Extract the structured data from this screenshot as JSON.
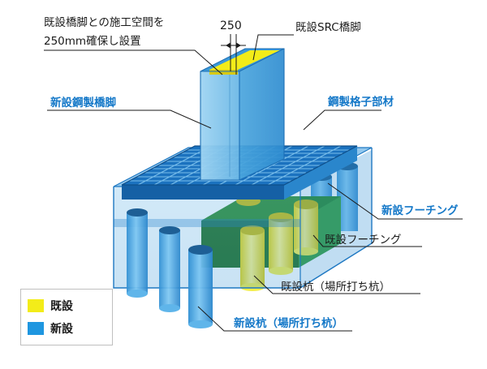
{
  "colors": {
    "existing": "#f3ec19",
    "new": "#1e96e0",
    "label_new": "#1478c8",
    "footing_existing": "#2c8b2c"
  },
  "labels": {
    "clearance_note_line1": "既設橋脚との施工空間を",
    "clearance_note_line2": "250mm確保し設置",
    "clearance_dimension": "250",
    "existing_src_pier": "既設SRC橋脚",
    "new_steel_pier": "新設鋼製橋脚",
    "steel_grid_member": "鋼製格子部材",
    "new_footing": "新設フーチング",
    "existing_footing": "既設フーチング",
    "existing_pile": "既設杭（場所打ち杭）",
    "new_pile": "新設杭（場所打ち杭）"
  },
  "legend": {
    "existing_label": "既設",
    "new_label": "新設"
  }
}
